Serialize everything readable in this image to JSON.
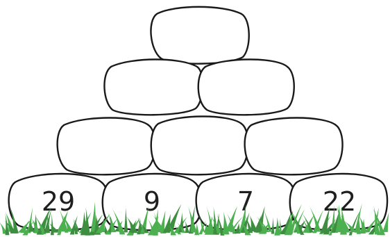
{
  "pyramid": {
    "rows": [
      [
        "",
        "",
        "",
        ""
      ],
      [
        "",
        "",
        ""
      ],
      [
        "",
        ""
      ],
      [
        ""
      ]
    ],
    "bottom_values": [
      "29",
      "9",
      "7",
      "22"
    ]
  },
  "colors": {
    "stone_fill": "#ffffff",
    "stone_outline": "#1a1a1a",
    "grass": "#4caf50",
    "grass_dark": "#3e8e41"
  }
}
